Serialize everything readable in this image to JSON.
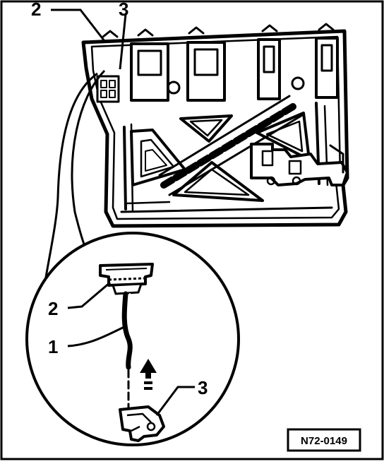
{
  "figure": {
    "reference_code": "N72-0149",
    "callouts_top": {
      "connector": "2",
      "housing": "3"
    },
    "callouts_detail": {
      "connector": "2",
      "wire": "1",
      "housing": "3"
    }
  }
}
